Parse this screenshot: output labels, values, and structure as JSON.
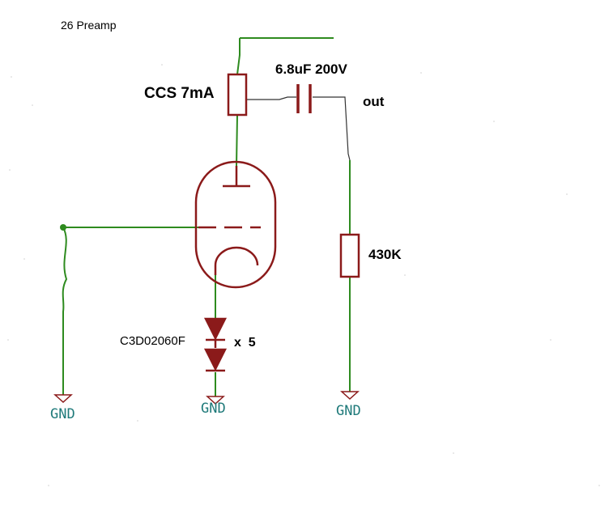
{
  "title": "26 Preamp",
  "components": {
    "ccs": "CCS 7mA",
    "capacitor": "6.8uF 200V",
    "output": "out",
    "resistor": "430K",
    "diode_part": "C3D02060F",
    "diode_count": "x  5"
  },
  "ground_labels": [
    "GND",
    "GND",
    "GND"
  ],
  "colors": {
    "wire": "#2e8b1f",
    "component": "#8b1a1a",
    "ground_text": "#1f7a7a",
    "text": "#000000"
  }
}
